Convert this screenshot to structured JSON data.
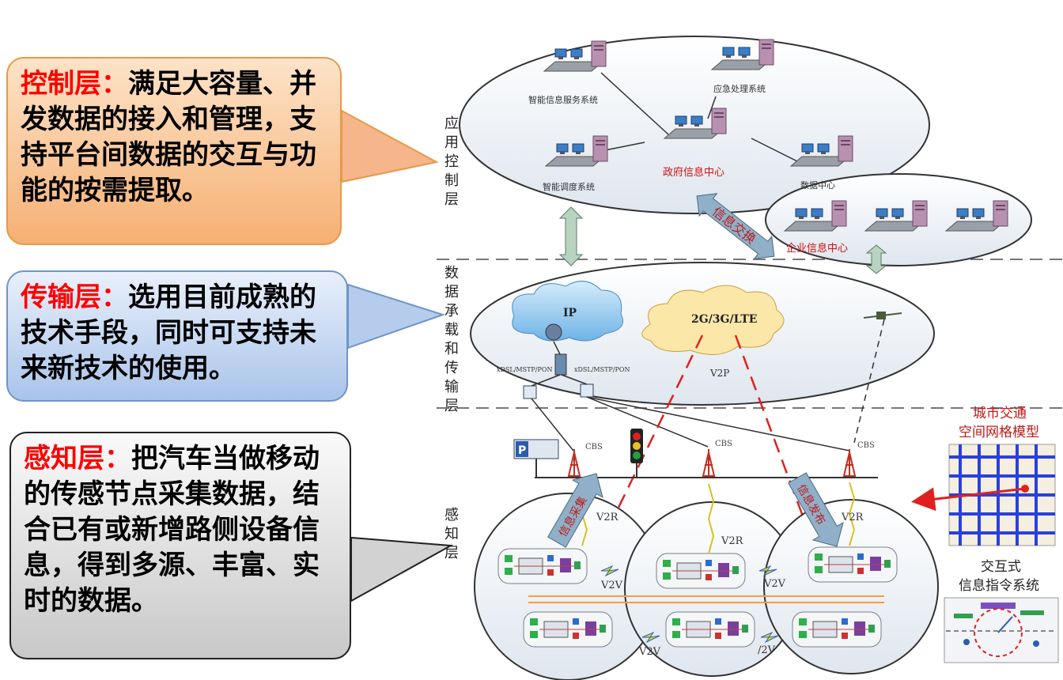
{
  "callouts": {
    "control": {
      "head": "控制层：",
      "body": "满足大容量、并发数据的接入和管理，支持平台间数据的交互与功能的按需提取。"
    },
    "transport": {
      "head": "传输层：",
      "body": "选用目前成熟的技术手段，同时可支持未来新技术的使用。"
    },
    "perception": {
      "head": "感知层：",
      "body": "把汽车当做移动的传感节点采集数据，结合已有或新增路侧设备信息，得到多源、丰富、实时的数据。"
    }
  },
  "diagram": {
    "layers": {
      "app": "应用控制层",
      "data": "数据承载和传输层",
      "sense": "感知层"
    },
    "app_nodes": {
      "smart_info": "智能信息服务系统",
      "emergency": "应急处理系统",
      "gov_center": "政府信息中心",
      "dispatch": "智能调度系统",
      "data_center": "数据中心",
      "enterprise": "企业信息中心"
    },
    "exchange": "信息交换",
    "network": {
      "ip": "IP",
      "cellular": "2G/3G/LTE",
      "link_left": "xDSL/MSTP/PON",
      "link_right": "xDSL/MSTP/PON",
      "v2p": "V2P"
    },
    "roadside": {
      "cbs1": "CBS",
      "cbs2": "CBS",
      "cbs3": "CBS",
      "sign": "P"
    },
    "vehicle": {
      "collect": "信息采集",
      "publish": "信息发布",
      "v2r1": "V2R",
      "v2r2": "V2R",
      "v2r3": "V2R",
      "v2v1": "V2V",
      "v2v2": "V2V",
      "v2v3": "V2V",
      "v2v4": "/2V"
    },
    "right_panel": {
      "grid_title1": "城市交通",
      "grid_title2": "空间网格模型",
      "cmd_title1": "交互式",
      "cmd_title2": "信息指令系统"
    }
  },
  "colors": {
    "accent_red": "#d01010",
    "arrow_blue": "#8fb0c8",
    "grid_blue": "#2a3fe0"
  }
}
